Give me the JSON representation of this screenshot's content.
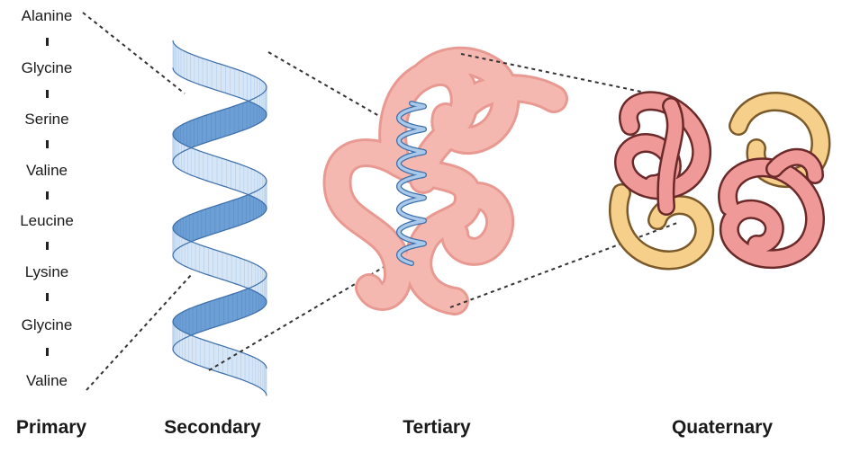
{
  "primary": {
    "amino_acids": [
      "Alanine",
      "Glycine",
      "Serine",
      "Valine",
      "Leucine",
      "Lysine",
      "Glycine",
      "Valine"
    ]
  },
  "levels": [
    "Primary",
    "Secondary",
    "Tertiary",
    "Quaternary"
  ],
  "colors": {
    "helix_light": "#dbe9f7",
    "helix_mid": "#a9c9ea",
    "helix_dark": "#6fa2d6",
    "helix_edge": "#3d6ea8",
    "tertiary_fill": "#f5b8b0",
    "tertiary_edge": "#e89a92",
    "quaternary_red": "#ef9a98",
    "quaternary_red_edge": "#6b2a2a",
    "quaternary_yellow": "#f6cf8a",
    "connector": "#333333"
  }
}
